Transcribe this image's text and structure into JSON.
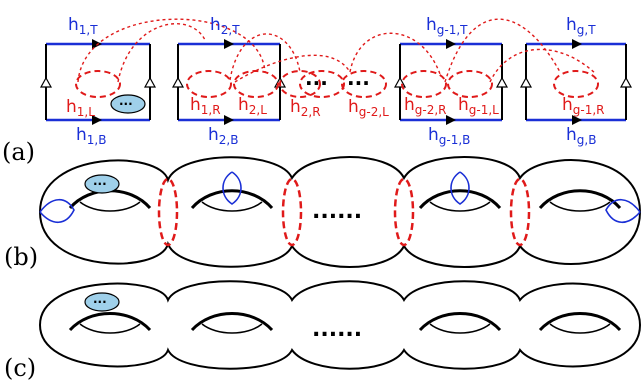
{
  "panels": {
    "a": "(a)",
    "b": "(b)",
    "c": "(c)"
  },
  "handles": {
    "top": [
      {
        "main": "h",
        "sub": "1,T"
      },
      {
        "main": "h",
        "sub": "2,T"
      },
      {
        "main": "h",
        "sub": "g-1,T"
      },
      {
        "main": "h",
        "sub": "g,T"
      }
    ],
    "bottom": [
      {
        "main": "h",
        "sub": "1,B"
      },
      {
        "main": "h",
        "sub": "2,B"
      },
      {
        "main": "h",
        "sub": "g-1,B"
      },
      {
        "main": "h",
        "sub": "g,B"
      }
    ],
    "red": [
      {
        "main": "h",
        "sub": "1,L"
      },
      {
        "main": "h",
        "sub": "1,R"
      },
      {
        "main": "h",
        "sub": "2,L"
      },
      {
        "main": "h",
        "sub": "2,R"
      },
      {
        "main": "h",
        "sub": "g-2,L"
      },
      {
        "main": "h",
        "sub": "g-2,R"
      },
      {
        "main": "h",
        "sub": "g-1,L"
      },
      {
        "main": "h",
        "sub": "g-1,R"
      }
    ]
  },
  "ellipsis": {
    "a_left": "···",
    "a_right": "···",
    "b": "......",
    "c": "......",
    "anyon": "···"
  },
  "colors": {
    "blue": "#1a2fd6",
    "red": "#e01a1a",
    "anyon_fill": "#9fd0ea"
  }
}
